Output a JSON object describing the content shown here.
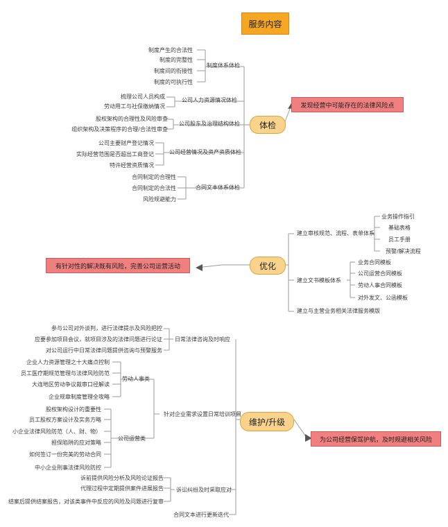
{
  "title": "服务内容",
  "check": {
    "label": "体检",
    "goal": "发现经营中可能存在的法律风险点",
    "groups": [
      {
        "label": "制度体系体检",
        "items": [
          "制度产生的合法性",
          "制度的完整性",
          "制度间的衔接性",
          "制度的可执行性"
        ]
      },
      {
        "label": "公司人力资源情况体检",
        "items": [
          "梳理公司人员构成",
          "劳动用工与社保缴纳情况"
        ]
      },
      {
        "label": "公司股东及治理结构体检",
        "items": [
          "股权架构的合理性及风险审查",
          "组织架构及决策程序的合理/合法性审查"
        ]
      },
      {
        "label": "公司经营情况及资产资质体检",
        "items": [
          "公司主要财产登记情况",
          "实际经营范围是否超出工商登记",
          "特许经营资质情况"
        ]
      },
      {
        "label": "合同文本体系体检",
        "items": [
          "合同制定的合理性",
          "合同制定的合法性",
          "风险规避能力"
        ]
      }
    ]
  },
  "optimize": {
    "label": "优化",
    "goal": "有针对性的解决既有风险，完善公司运营活动",
    "branches": [
      {
        "label": "建立审核规范、流程、表单体系",
        "items": [
          "业务操作指引",
          "基础表格",
          "员工手册",
          "预警/解决流程"
        ]
      },
      {
        "label": "建立文书模板体系",
        "items": [
          "业务合同模板",
          "公司运营合同模板",
          "劳动人事合同模板",
          "对外发文、公函模板"
        ]
      },
      {
        "label": "建立与主营业务相关法律服务模版",
        "items": []
      }
    ]
  },
  "maintain": {
    "label": "维护/升级",
    "goal": "为公司经营保驾护航，及时规避相关风险",
    "daily": {
      "label": "日常法律咨询及时响应",
      "items": [
        "参与公司对外谈判，进行法律提示及风险把控",
        "应要参加项目会议，就项目涉及的法律问题进行论证",
        "对公司运行中日常法律问题提供咨询与预警服务"
      ]
    },
    "training": {
      "label": "针对企业需求设置日常培训项目",
      "labor_label": "劳动人事类",
      "labor_items": [
        "企业人力资源管理之十大痛点控制",
        "员工医疗期规范管理与法律风险防范",
        "大连地区劳动争议裁审口径解读",
        "企业规章制度管理全攻略"
      ],
      "ops_label": "公司运营类",
      "ops_items": [
        "股权架构设计的重要性",
        "员工股权方案设计及实务方略",
        "小企业法律风险防范（人、财、物）",
        "担保陷阱的应对策略",
        "如何签订一份完美的劳动合同",
        "中小企业刑事法律风险防控"
      ]
    },
    "litigation": {
      "label": "诉讼纠纷及时采取应对",
      "items": [
        "诉前提供风险分析及风险论证报告",
        "代理过程中定期提供案件进展报告",
        "结案后提供结案报告，对该类事件中反应的风险及问题进行复审"
      ]
    },
    "iterate": "合同文本进行更新迭代"
  }
}
